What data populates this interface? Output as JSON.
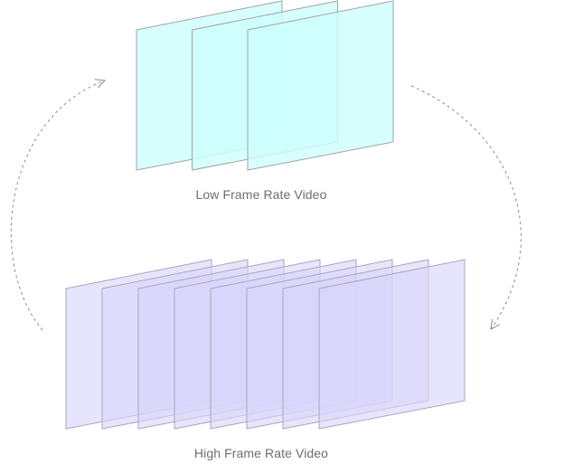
{
  "diagram": {
    "low": {
      "label": "Low Frame Rate Video",
      "frame_count": 3,
      "fill": "#ccfffc",
      "stroke": "#a3a3a3"
    },
    "high": {
      "label": "High Frame Rate Video",
      "frame_count": 8,
      "fill": "#d9d5fa",
      "stroke": "#a9a6bf"
    },
    "arrow_color": "#8a8a8a"
  }
}
